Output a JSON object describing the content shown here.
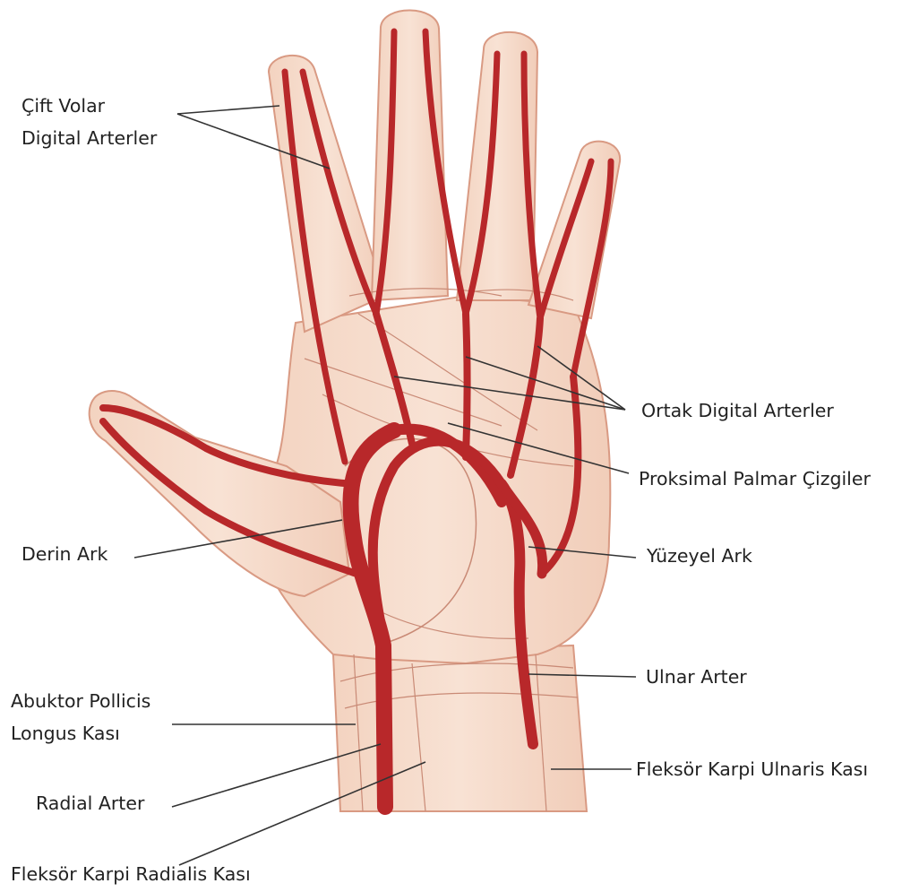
{
  "labels": {
    "cift_volar_line1": "Çift Volar",
    "cift_volar_line2": "Digital Arterler",
    "ortak_digital": "Ortak Digital Arterler",
    "proksimal_palmar": "Proksimal Palmar Çizgiler",
    "derin_ark": "Derin Ark",
    "yuzeyel_ark": "Yüzeyel Ark",
    "ulnar_arter": "Ulnar Arter",
    "abuktor_line1": "Abuktor Pollicis",
    "abuktor_line2": "Longus Kası",
    "fleksor_ulnaris": "Fleksör Karpi Ulnaris Kası",
    "radial_arter": "Radial Arter",
    "fleksor_radialis": "Fleksör Karpi Radialis Kası"
  },
  "colors": {
    "skin_fill": "#f6dccb",
    "skin_outline": "#d99a83",
    "skin_detail": "#c98a76",
    "artery": "#b8282a",
    "artery_highlight": "#d84a44",
    "leader_line": "#333333",
    "text": "#222222"
  }
}
